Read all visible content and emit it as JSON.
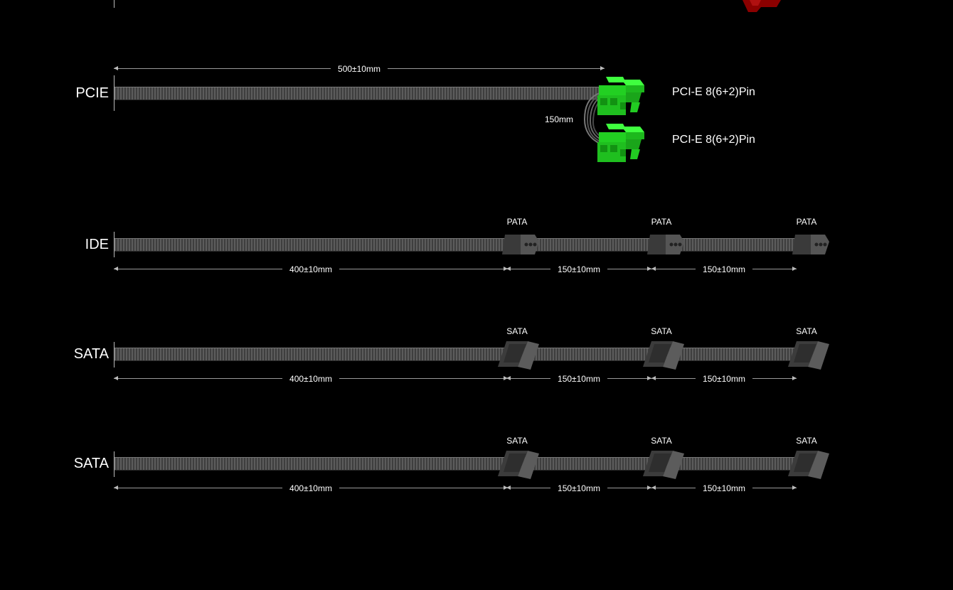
{
  "colors": {
    "background": "#000000",
    "pcie_connector": "#22cc22",
    "dark_connector": "#4a4a4a",
    "top_connector": "#8b0000"
  },
  "pcie": {
    "label": "PCIE",
    "length": "500±10mm",
    "branch_length": "150mm",
    "connectors": [
      "PCI-E 8(6+2)Pin",
      "PCI-E 8(6+2)Pin"
    ]
  },
  "ide": {
    "label": "IDE",
    "connector_labels": [
      "PATA",
      "PATA",
      "PATA"
    ],
    "lengths": [
      "400±10mm",
      "150±10mm",
      "150±10mm"
    ]
  },
  "sata1": {
    "label": "SATA",
    "connector_labels": [
      "SATA",
      "SATA",
      "SATA"
    ],
    "lengths": [
      "400±10mm",
      "150±10mm",
      "150±10mm"
    ]
  },
  "sata2": {
    "label": "SATA",
    "connector_labels": [
      "SATA",
      "SATA",
      "SATA"
    ],
    "lengths": [
      "400±10mm",
      "150±10mm",
      "150±10mm"
    ]
  }
}
